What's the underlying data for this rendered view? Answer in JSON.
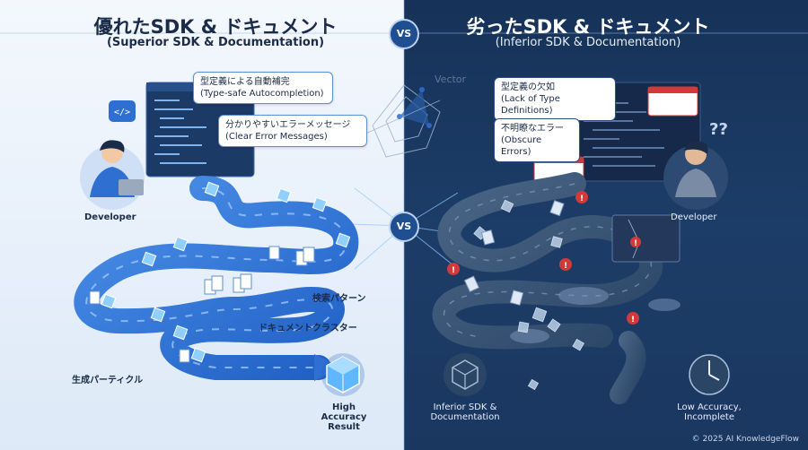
{
  "left": {
    "title_jp": "優れたSDK & ドキュメント",
    "title_en": "(Superior SDK & Documentation)",
    "callout1": {
      "jp": "型定義による自動補完",
      "en": "(Type-safe Autocompletion)"
    },
    "callout2": {
      "jp": "分かりやすいエラーメッセージ",
      "en": "(Clear Error Messages)"
    },
    "developer_label": "Developer",
    "label_search_pattern": "検索パターン",
    "label_doc_cluster": "ドキュメントクラスター",
    "label_particles": "生成パーティクル",
    "result_label": "High Accuracy Result"
  },
  "right": {
    "title_jp": "劣ったSDK & ドキュメント",
    "title_en": "(Inferior SDK & Documentation)",
    "callout1": {
      "jp": "型定義の欠如",
      "en": "(Lack of Type Definitions)"
    },
    "callout2": {
      "jp": "不明瞭なエラー",
      "en": "(Obscure Errors)"
    },
    "developer_label": "Developer",
    "source_label": "Inferior SDK & Documentation",
    "result_label": "Low Accuracy, Incomplete"
  },
  "center": {
    "vs_top": "VS",
    "vs_mid": "VS",
    "vector_label": "Vector"
  },
  "copyright": "© 2025 AI KnowledgeFlow",
  "colors": {
    "accent": "#2f6fd1",
    "dark_bg": "#163258",
    "error": "#d23a3a"
  }
}
